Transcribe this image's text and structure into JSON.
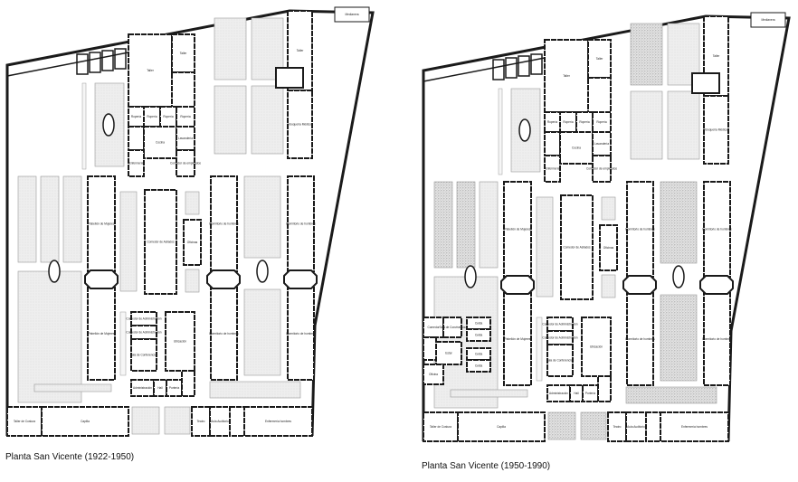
{
  "plans": [
    {
      "caption": "Planta San Vicente (1922-1950)",
      "labels": {
        "taller_grande": "Taller",
        "taller_chico": "Taller",
        "taller_norte": "Taller",
        "ropero1": "Ropería",
        "ropero2": "Ropería",
        "ropero3": "Ropería",
        "ropero4": "Ropería",
        "cocina": "Cocina",
        "lavanderia": "Lavandería",
        "enfermeria": "Enfermería",
        "comedor_empleados": "Comedor de empleados",
        "peluqueria": "Peluquería Médicos",
        "pab_mujeres1": "Pabellón de Mujeres",
        "pab_mujeres2": "Pabellón de Mujeres",
        "comedor_asilados": "Comedor de Asilados",
        "oficinas": "Oficinas",
        "dorm1": "Dormitorio de hombres",
        "dorm2": "Dormitorio de hombres",
        "dorm3": "Dormitorio de hombres",
        "dorm4": "Dormitorio de hombres",
        "comedor_adm1": "Comedor de Administración",
        "comedor_adm2": "Comedor de Administración",
        "sala_conf": "Sala de Conferencias",
        "ubicacion": "Ubicación",
        "administracion": "Administración",
        "hall": "Hall",
        "porteria": "Portería",
        "taller_costura": "Taller de Costura",
        "capilla": "Capilla",
        "teatro": "Teatro",
        "aula": "Aula Auditorio",
        "enf_hombres": "Enfermería hombres",
        "medianera": "Medianera"
      }
    },
    {
      "caption": "Planta San Vicente (1950-1990)",
      "labels": {
        "taller_grande": "Taller",
        "taller_chico": "Taller",
        "taller_norte": "Taller",
        "ropero1": "Ropería",
        "ropero2": "Ropería",
        "ropero3": "Ropería",
        "ropero4": "Ropería",
        "cocina": "Cocina",
        "lavanderia": "Lavandería",
        "enfermeria": "Enfermería",
        "comedor_empleados": "Comedor de empleados",
        "peluqueria": "Peluquería Médicos",
        "pab_mujeres1": "Pabellón de Mujeres",
        "pab_mujeres2": "Pabellón de Mujeres",
        "comedor_asilados": "Comedor de Asilados",
        "oficinas": "Oficinas",
        "dorm1": "Dormitorio de hombres",
        "dorm2": "Dormitorio de hombres",
        "dorm3": "Dormitorio de hombres",
        "dorm4": "Dormitorio de hombres",
        "comedor_adm1": "Comedor de Administración",
        "comedor_adm2": "Comedor de Administración",
        "sala_conf": "Sala de Conferencias",
        "ubicacion": "Ubicación",
        "administracion": "Administración",
        "hall": "Hall",
        "porteria": "Portería",
        "taller_costura": "Taller de Costura",
        "capilla": "Capilla",
        "teatro": "Teatro",
        "aula": "Aula Auditorio",
        "enf_hombres": "Enfermería hombres",
        "medianera": "Medianera",
        "comedor_n": "Comedor",
        "sala_conv": "Sala de Convivencia",
        "estar": "Estar",
        "oficina_n": "Oficina",
        "celda1": "Celda",
        "celda2": "Celda",
        "celda3": "Celda",
        "celda4": "Celda"
      }
    }
  ],
  "colors": {
    "wall": "#1a1a1a",
    "garden": "#ececec",
    "garden_stroke": "#9a9a9a",
    "hatch": "#8a8a8a"
  }
}
